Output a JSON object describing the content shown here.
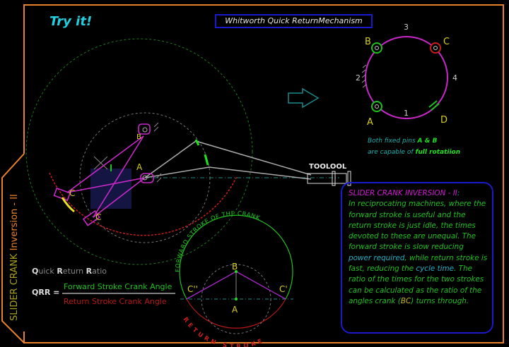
{
  "header": {
    "try_it": "Try it!",
    "title": "Whitworth Quick ReturnMechanism"
  },
  "side_tab": {
    "part1": "SLIDER CRANK ",
    "part2": "Inversion - II"
  },
  "mechanism": {
    "label_a": "A",
    "label_b": "B",
    "label_c1": "C",
    "label_c2": "C",
    "tool_label": "TOOLOOL"
  },
  "chain_diagram": {
    "links": [
      "1",
      "2",
      "3",
      "4"
    ],
    "joints": [
      "A",
      "B",
      "C",
      "D"
    ],
    "note_line1_pre": "Both fixed pins ",
    "note_line1_em": "A & B",
    "note_line2_pre": "are capable of ",
    "note_line2_em": "full rotatiion"
  },
  "info_box": {
    "title": "SLIDER CRANK INVERSION - II",
    "title_colon": ":",
    "p1": "In reciprocating machines, where the forward stroke is useful and the return stroke is just idle, the times devoted to these are unequal. The forward stroke is slow reducing ",
    "p2": "power required",
    "p3": ", while return stroke is fast, reducing the ",
    "p4": "cycle time",
    "p5": ". The ratio of the times for the two strokes can be calculated as the ratio of the angles crank (",
    "p6": "BC",
    "p7": ") turns through."
  },
  "formula": {
    "caption_q": "Q",
    "caption_uick": "uick ",
    "caption_r": "R",
    "caption_eturn": "eturn ",
    "caption_r2": "R",
    "caption_atio": "atio",
    "lhs": "QRR =",
    "numerator": "Forward Stroke Crank Angle",
    "denominator": "Return Stroke Crank Angle"
  },
  "stroke_diagram": {
    "forward_label": "FORWARD STROKE OF THE CRANK",
    "return_label": "RETURN STROKE",
    "label_b": "B",
    "label_a": "A",
    "label_c_double": "C''",
    "label_c_single": "C'"
  },
  "colors": {
    "frame": "#e8822a",
    "magenta": "#c828c8",
    "green": "#1fc21f",
    "red": "#c81e1e",
    "yellow": "#d8d020",
    "cyan": "#1ec8d8",
    "blue": "#1a1acc"
  }
}
